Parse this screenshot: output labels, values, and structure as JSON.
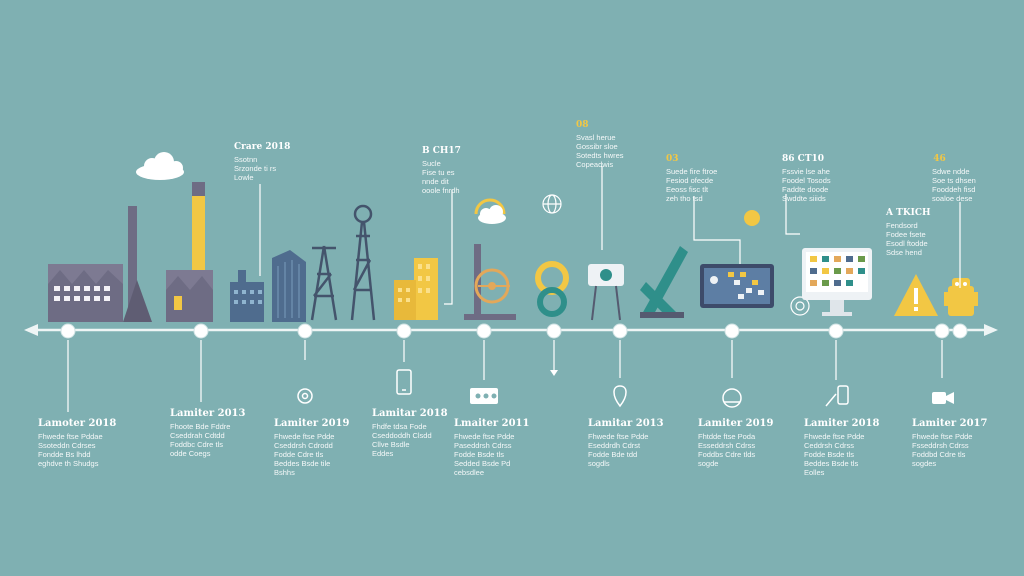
{
  "colors": {
    "background": "#7fb0b2",
    "timeline": "#eef5f5",
    "building_purple": "#6e6c84",
    "accent_yellow": "#f2c744",
    "building_blue": "#4f6c8e",
    "teal": "#2f8f8a",
    "white": "#ffffff"
  },
  "top_labels": [
    {
      "heading": "Crare 2018",
      "lines": [
        "Ssotnn",
        "Srzonde ti rs",
        "Lowle"
      ]
    },
    {
      "heading": "B CH17",
      "lines": [
        "Sucle",
        "Fise tu es",
        "nnde dit",
        "ooole fnrdh"
      ]
    },
    {
      "heading": "08",
      "lines": [
        "Svasl herue",
        "Gossibr sloe",
        "Sotedts hwres",
        "Copeadwis"
      ]
    },
    {
      "heading": "03",
      "lines": [
        "Suede fire ftroe",
        "Fesiod ofecde",
        "Eeoss fisc tlt",
        "zeh tho tsd"
      ]
    },
    {
      "heading": "86 CT10",
      "lines": [
        "Fssvie lse ahe",
        "Foodel Tosods",
        "Faddte doode",
        "Swddte siiids"
      ]
    },
    {
      "heading": "46",
      "lines": [
        "Sdwe ndde",
        "Soe ts dhsen",
        "Fooddeh fisd",
        "soaloe dese"
      ]
    },
    {
      "heading": "A TKICH",
      "lines": [
        "Fendsord",
        "Fodee fsete",
        "Esodl ftodde",
        "Sdse hend"
      ]
    }
  ],
  "bottom_labels": [
    {
      "heading": "Lamoter 2018",
      "lines": [
        "Fhwede ftse Pddae",
        "Ssoteddn Cdrses",
        "Fondde Bs lhdd",
        "eghdve th Shudgs"
      ]
    },
    {
      "heading": "Lamiter 2013",
      "lines": [
        "Fhoote Bde Fddre",
        "Cseddrah Cdtdd",
        "Foddbc Cdre tls",
        "odde Coegs"
      ]
    },
    {
      "heading": "Lamiter 2019",
      "lines": [
        "Fhwede ftse Pdde",
        "Cseddrsh Cdrodd",
        "Fodde Cdre tls",
        "Beddes Bsde tile",
        "Bshhs"
      ]
    },
    {
      "heading": "Lamitar 2018",
      "lines": [
        "Fhdfe tdsa Fode",
        "Cseddoddh Clsdd",
        "Cllve Bsdle",
        "Eddes"
      ]
    },
    {
      "heading": "Lmaiter 2011",
      "lines": [
        "Fhwede ftse Pdde",
        "Paseddrsh Cdrss",
        "Fodde Bsde tls",
        "Sedded Bsde Pd",
        "cebsdlee"
      ]
    },
    {
      "heading": "Lamitar 2013",
      "lines": [
        "Fhwede ftse Pdde",
        "Eseddrdh Cdrst",
        "Fodde Bde tdd",
        "sogdls"
      ]
    },
    {
      "heading": "Lamiter 2019",
      "lines": [
        "Fhtdde ftse Poda",
        "Esseddrsh Cdrss",
        "Foddbs Cdre tlds",
        "sogde"
      ]
    },
    {
      "heading": "Lamiter 2018",
      "lines": [
        "Fhwede ftse Pdde",
        "Ceddrsh Cdrss",
        "Fodde Bsde tls",
        "Beddes Bsde tls",
        "Eolles"
      ]
    },
    {
      "heading": "Lamiter 2017",
      "lines": [
        "Fhwede ftse Pdde",
        "Fsseddrsh Cdrss",
        "Foddbd Cdre tls",
        "sogdes"
      ]
    }
  ]
}
